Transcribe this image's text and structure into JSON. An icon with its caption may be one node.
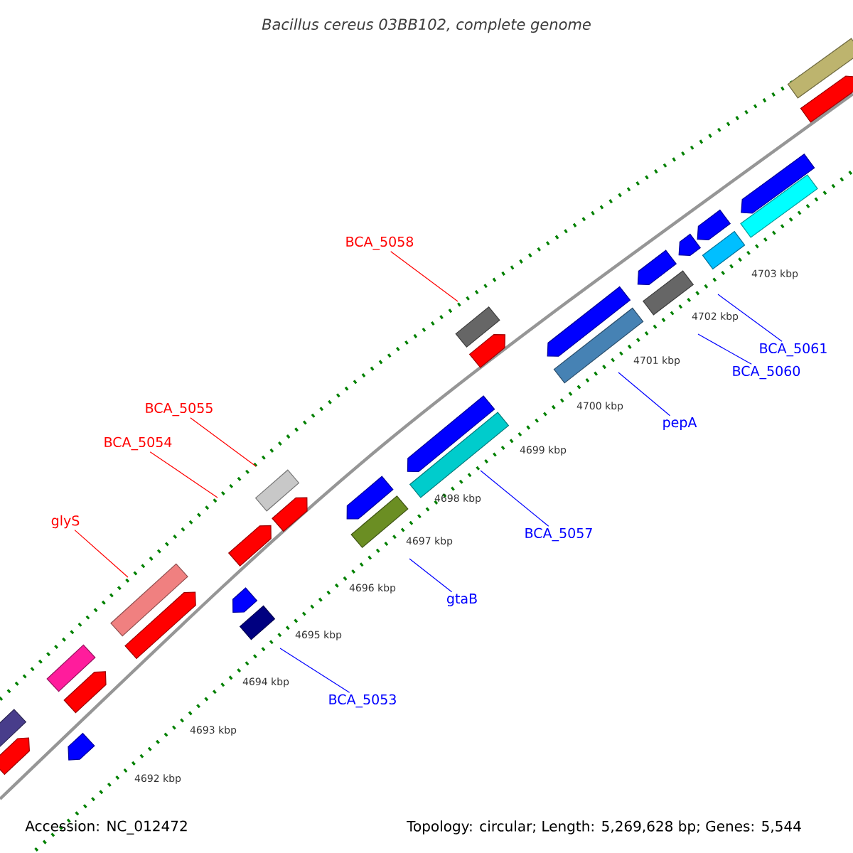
{
  "diagram": {
    "title": "Bacillus cereus 03BB102, complete genome",
    "nodes": [
      {
        "text": [
          "BCA_5058"
        ]
      },
      {
        "text": [
          "BCA_5061"
        ]
      },
      {
        "text": [
          "BCA_5060"
        ]
      },
      {
        "text": [
          "BCA_5055"
        ]
      },
      {
        "text": [
          "pepA"
        ]
      },
      {
        "text": [
          "BCA_5054"
        ]
      },
      {
        "text": [
          "glyS"
        ]
      },
      {
        "text": [
          "BCA_5057"
        ]
      },
      {
        "text": [
          "gtaB"
        ]
      },
      {
        "text": [
          "BCA_5053"
        ]
      }
    ],
    "edges": [
      {
        "from": 0,
        "to": null,
        "arrow": "none",
        "color": "#ff0000"
      },
      {
        "from": 1,
        "to": null,
        "arrow": "none",
        "color": "#0000ff"
      },
      {
        "from": 2,
        "to": null,
        "arrow": "none",
        "color": "#0000ff"
      },
      {
        "from": 3,
        "to": null,
        "arrow": "none",
        "color": "#ff0000"
      },
      {
        "from": 4,
        "to": null,
        "arrow": "none",
        "color": "#0000ff"
      },
      {
        "from": 5,
        "to": null,
        "arrow": "none",
        "color": "#ff0000"
      },
      {
        "from": 6,
        "to": null,
        "arrow": "none",
        "color": "#ff0000"
      },
      {
        "from": 7,
        "to": null,
        "arrow": "none",
        "color": "#0000ff"
      },
      {
        "from": 8,
        "to": null,
        "arrow": "none",
        "color": "#0000ff"
      },
      {
        "from": 9,
        "to": null,
        "arrow": "none",
        "color": "#0000ff"
      }
    ],
    "labels": [
      "4703 kbp",
      "4702 kbp",
      "4701 kbp",
      "4700 kbp",
      "4699 kbp",
      "4698 kbp",
      "4697 kbp",
      "4696 kbp",
      "4695 kbp",
      "4694 kbp",
      "4693 kbp",
      "4692 kbp",
      "Accession: NC_012472",
      "Topology: circular; Length: 5,269,628 bp; Genes: 5,544"
    ]
  }
}
